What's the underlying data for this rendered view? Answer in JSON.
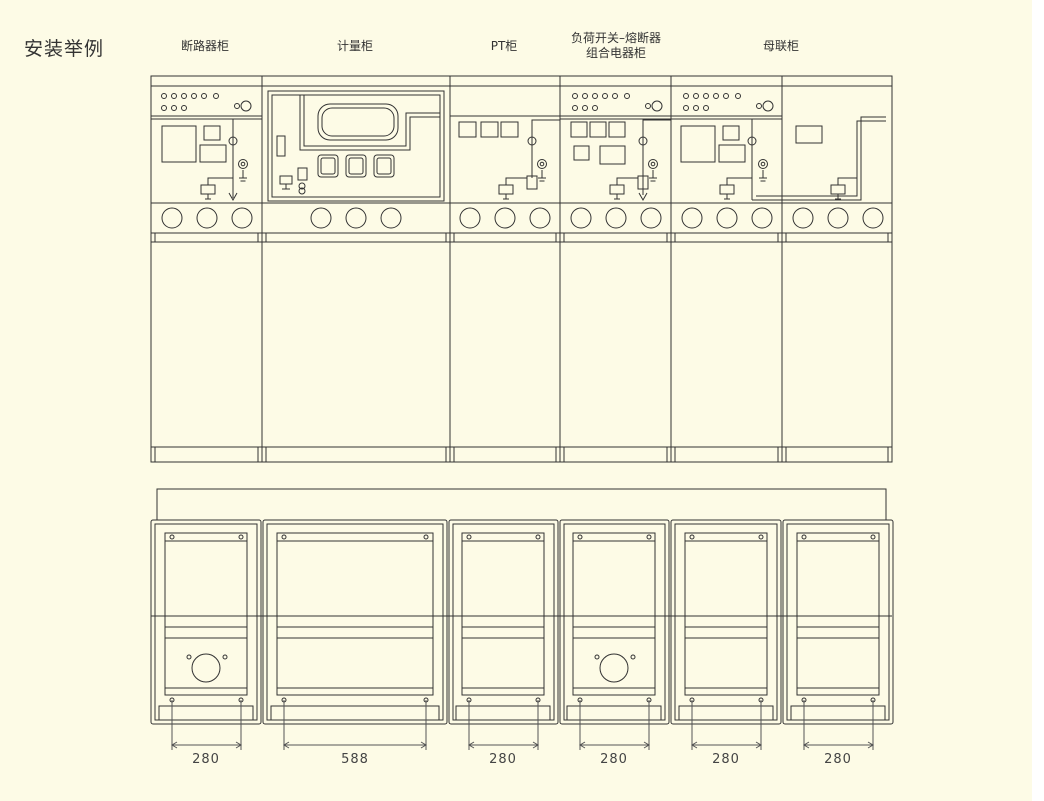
{
  "title": "安装举例",
  "cabinets": [
    {
      "name": "断路器柜",
      "width": "280"
    },
    {
      "name": "计量柜",
      "width": "588"
    },
    {
      "name": "PT柜",
      "width": "280"
    },
    {
      "name_line1": "负荷开关–熔断器",
      "name_line2": "组合电器柜",
      "width": "280"
    },
    {
      "name": "",
      "width": "280"
    },
    {
      "name": "母联柜",
      "width": "280"
    }
  ],
  "colors": {
    "background": "#fdfbe6",
    "line": "#333333"
  }
}
